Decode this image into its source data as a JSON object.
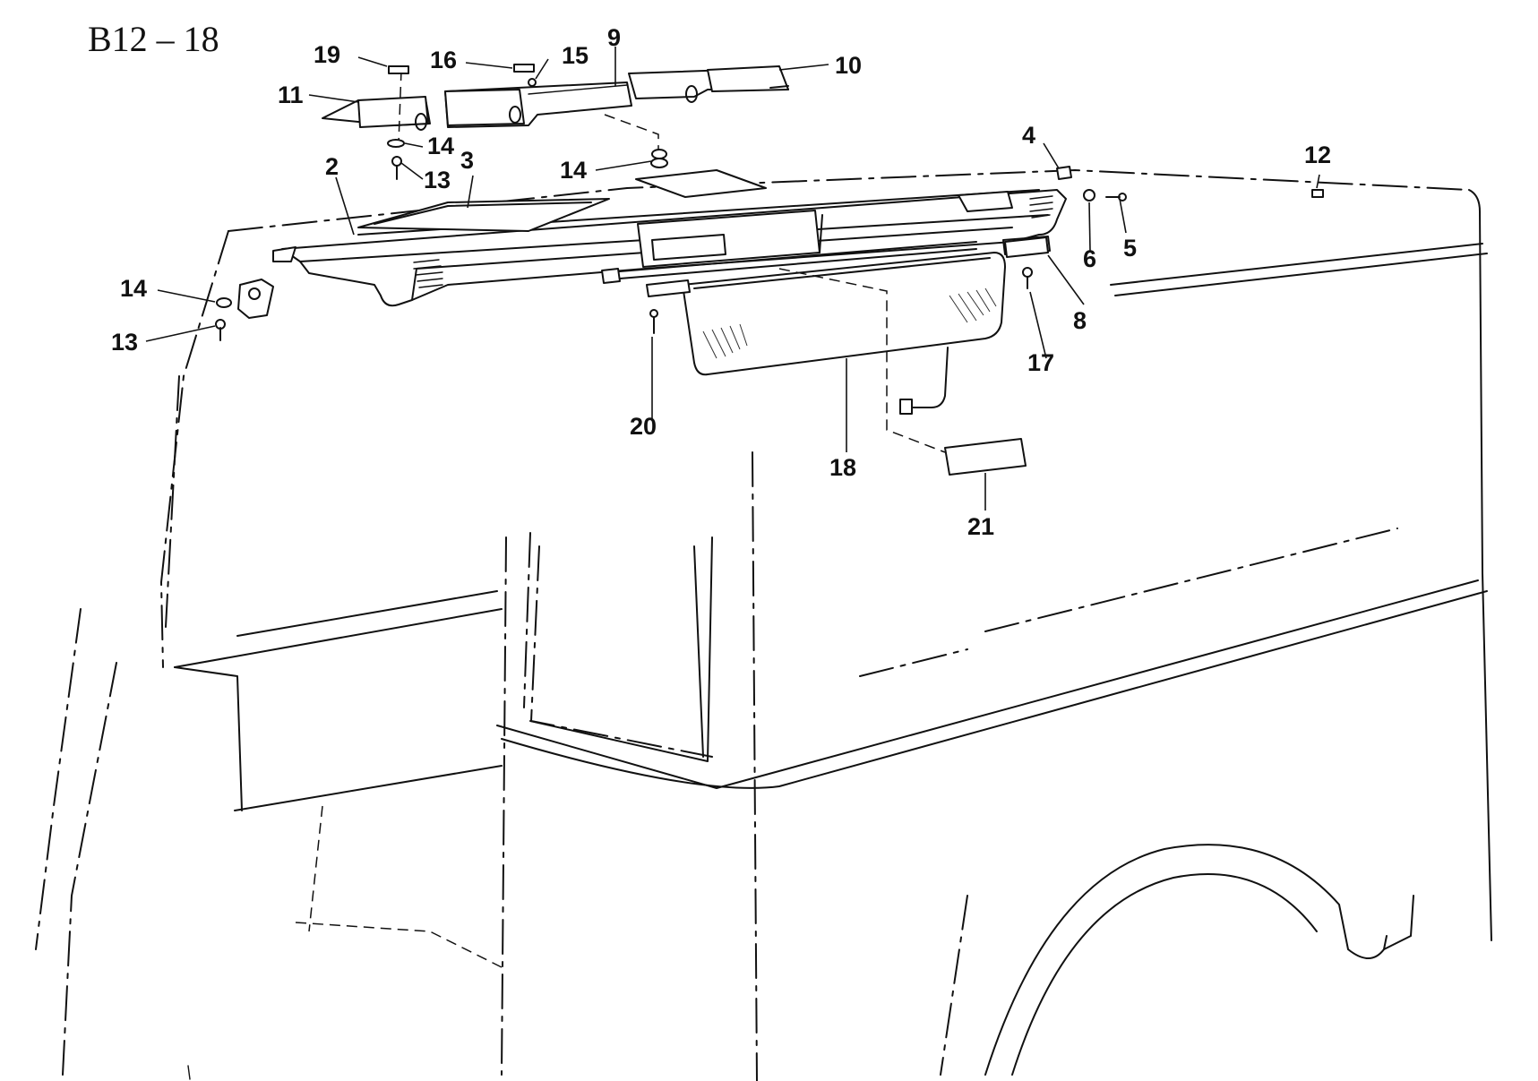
{
  "diagram": {
    "title": "B12 – 18",
    "callouts": [
      {
        "id": "c2",
        "label": "2"
      },
      {
        "id": "c3",
        "label": "3"
      },
      {
        "id": "c4",
        "label": "4"
      },
      {
        "id": "c5",
        "label": "5"
      },
      {
        "id": "c6",
        "label": "6"
      },
      {
        "id": "c8",
        "label": "8"
      },
      {
        "id": "c9",
        "label": "9"
      },
      {
        "id": "c10",
        "label": "10"
      },
      {
        "id": "c11",
        "label": "11"
      },
      {
        "id": "c12",
        "label": "12"
      },
      {
        "id": "c13a",
        "label": "13"
      },
      {
        "id": "c13b",
        "label": "13"
      },
      {
        "id": "c14a",
        "label": "14"
      },
      {
        "id": "c14b",
        "label": "14"
      },
      {
        "id": "c14c",
        "label": "14"
      },
      {
        "id": "c15",
        "label": "15"
      },
      {
        "id": "c16",
        "label": "16"
      },
      {
        "id": "c17",
        "label": "17"
      },
      {
        "id": "c18",
        "label": "18"
      },
      {
        "id": "c19",
        "label": "19"
      },
      {
        "id": "c20",
        "label": "20"
      },
      {
        "id": "c21",
        "label": "21"
      }
    ]
  }
}
